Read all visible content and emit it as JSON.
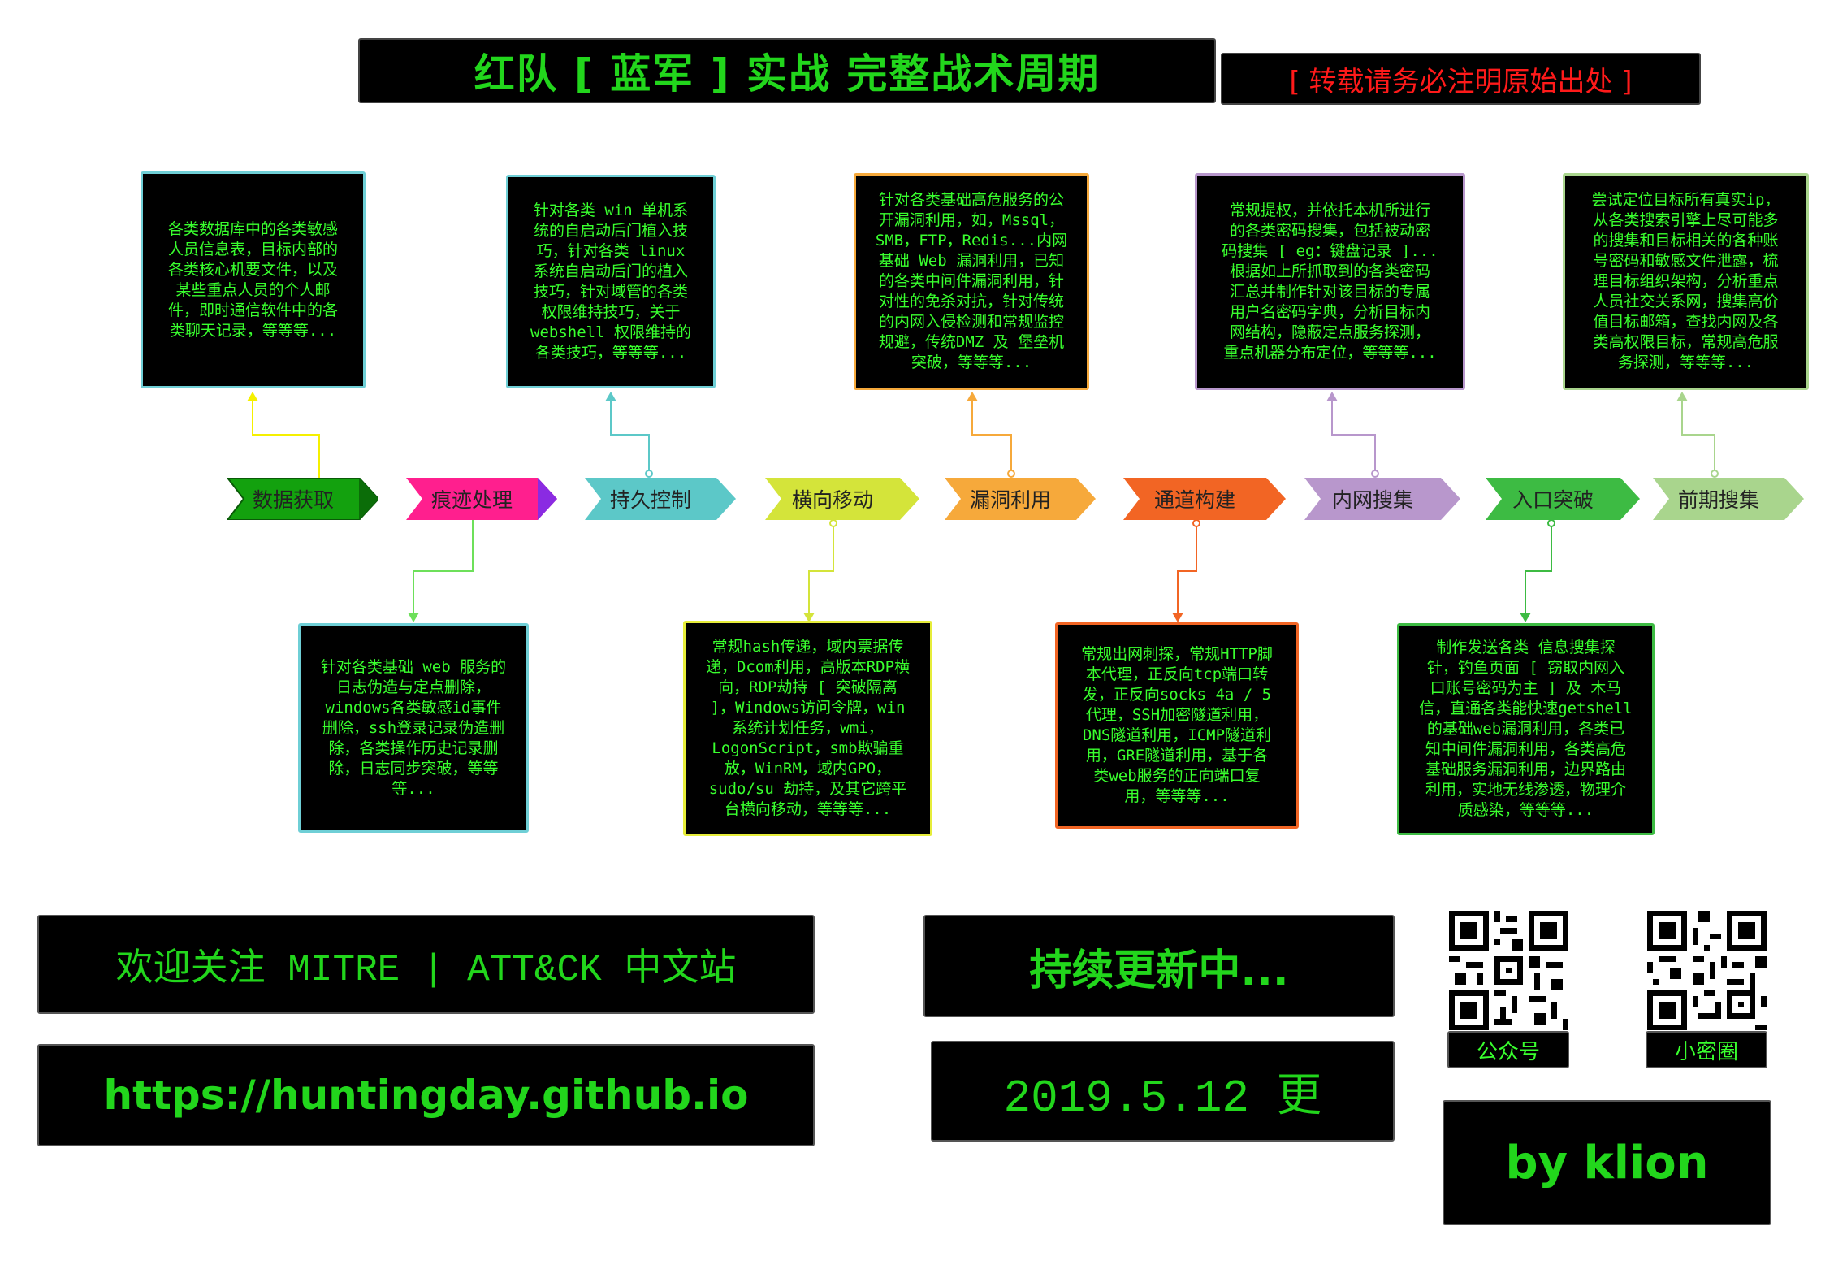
{
  "header": {
    "title": "红队 [ 蓝军 ] 实战 完整战术周期",
    "repost_notice": "[ 转载请务必注明原始出处 ]"
  },
  "stages": [
    {
      "label": "数据获取",
      "color": "#13a10e"
    },
    {
      "label": "痕迹处理",
      "color": "#ff1f8e"
    },
    {
      "label": "持久控制",
      "color": "#5cc8c8"
    },
    {
      "label": "横向移动",
      "color": "#d4e43a"
    },
    {
      "label": "漏洞利用",
      "color": "#f6a93b"
    },
    {
      "label": "通道构建",
      "color": "#f26524"
    },
    {
      "label": "内网搜集",
      "color": "#b897cc"
    },
    {
      "label": "入口突破",
      "color": "#3dbb43"
    },
    {
      "label": "前期搜集",
      "color": "#a9d58d"
    }
  ],
  "cards": {
    "data_acquisition": [
      "各类数据库中的各类敏感",
      "人员信息表，目标内部的",
      "各类核心机要文件，以及",
      "某些重点人员的个人邮",
      "件，即时通信软件中的各",
      "类聊天记录，等等等..."
    ],
    "persistence": [
      "针对各类 win 单机系",
      "统的自启动后门植入技",
      "巧，针对各类 linux",
      "系统自启动后门的植入",
      "技巧，针对域管的各类",
      "权限维持技巧，关于",
      "webshell 权限维持的",
      "各类技巧，等等等..."
    ],
    "exploitation": [
      "针对各类基础高危服务的公",
      "开漏洞利用，如，Mssql，",
      "SMB，FTP，Redis...内网",
      "基础 Web 漏洞利用，已知",
      "的各类中间件漏洞利用，针",
      "对性的免杀对抗，针对传统",
      "的内网入侵检测和常规监控",
      "规避，传统DMZ 及 堡垒机",
      "突破，等等等..."
    ],
    "internal_recon": [
      "常规提权，并依托本机所进行",
      "的各类密码搜集，包括被动密",
      "码搜集 [ eg：键盘记录 ]...",
      "根据如上所抓取到的各类密码",
      "汇总并制作针对该目标的专属",
      "用户名密码字典，分析目标内",
      "网结构，隐蔽定点服务探测，",
      "重点机器分布定位，等等等..."
    ],
    "pre_recon": [
      "尝试定位目标所有真实ip，",
      "从各类搜索引擎上尽可能多",
      "的搜集和目标相关的各种账",
      "号密码和敏感文件泄露，梳",
      "理目标组织架构，分析重点",
      "人员社交关系网，搜集高价",
      "值目标邮箱，查找内网及各",
      "类高权限目标，常规高危服",
      "务探测，等等等..."
    ],
    "trace_handling": [
      "针对各类基础 web 服务的",
      "日志伪造与定点删除，",
      "windows各类敏感id事件",
      "删除，ssh登录记录伪造删",
      "除，各类操作历史记录删",
      "除，日志同步突破，等等",
      "等..."
    ],
    "lateral": [
      "常规hash传递，域内票据传",
      "递，Dcom利用，高版本RDP横",
      "向，RDP劫持 [ 突破隔离",
      "]，Windows访问令牌，win",
      "系统计划任务，wmi，",
      "LogonScript，smb欺骗重",
      "放，WinRM，域内GPO，",
      "sudo/su 劫持，及其它跨平",
      "台横向移动，等等等..."
    ],
    "tunnel": [
      "常规出网刺探，常规HTTP脚",
      "本代理，正反向tcp端口转",
      "发，正反向socks 4a / 5",
      "代理，SSH加密隧道利用，",
      "DNS隧道利用，ICMP隧道利",
      "用，GRE隧道利用，基于各",
      "类web服务的正向端口复",
      "用，等等等..."
    ],
    "entry": [
      "制作发送各类 信息搜集探",
      "针，钓鱼页面 [ 窃取内网入",
      "口账号密码为主 ] 及 木马",
      "信，直通各类能快速getshell",
      "的基础web漏洞利用，各类已",
      "知中间件漏洞利用，各类高危",
      "基础服务漏洞利用，边界路由",
      "利用，实地无线渗透，物理介",
      "质感染，等等等..."
    ]
  },
  "footer": {
    "mitre": "欢迎关注 MITRE | ATT&CK 中文站",
    "url": "https://huntingday.github.io",
    "updating": "持续更新中...",
    "date": "2019.5.12 更",
    "author": "by klion",
    "qr_public_label": "公众号",
    "qr_circle_label": "小密圈"
  }
}
